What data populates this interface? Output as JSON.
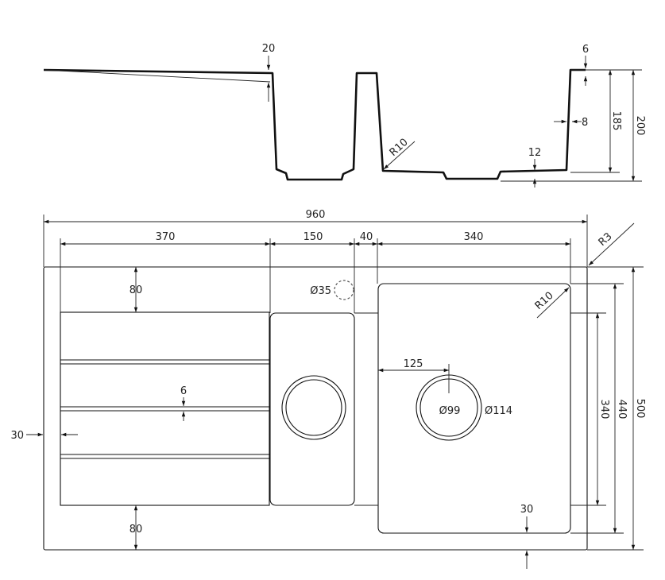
{
  "colors": {
    "line": "#111111",
    "background": "#ffffff"
  },
  "section_view": {
    "dims": {
      "rim": "20",
      "wall": "6",
      "side": "8",
      "depth_inner": "185",
      "depth_total": "200",
      "bottom": "12",
      "radius": "R10"
    }
  },
  "plan_view": {
    "dims": {
      "total_width": "960",
      "drainer": "370",
      "small_bowl": "150",
      "gap": "40",
      "large_bowl": "340",
      "corner_radius": "R3",
      "top_margin": "80",
      "bottom_margin": "80",
      "groove": "6",
      "left_margin": "30",
      "tap_hole": "Ø35",
      "bowl_radius": "R10",
      "waste_offset": "125",
      "waste_inner": "Ø99",
      "waste_outer": "Ø114",
      "bowl_bottom_margin": "30",
      "bowl_depth": "340",
      "bowl_height": "440",
      "total_height": "500"
    }
  }
}
